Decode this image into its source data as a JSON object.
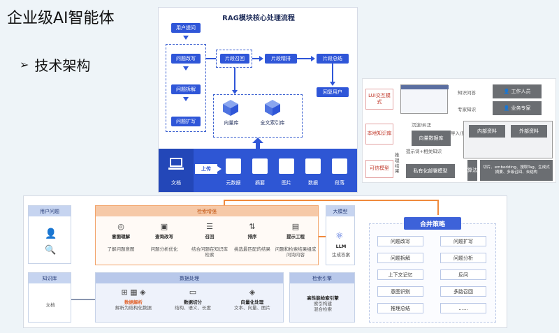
{
  "slide": {
    "title": "企业级AI智能体",
    "bullet_marker": "➢",
    "bullet": "技术架构"
  },
  "rag": {
    "title": "RAG模块核心处理流程",
    "user_question": "用户提问",
    "rewrite": "问题改写",
    "split": "问题拆解",
    "expand": "问题扩写",
    "recall": "片段召回",
    "rerank": "片段精排",
    "summary": "片段总结",
    "reply": "回复用户",
    "vector_db": "向量库",
    "fulltext_db": "全文索引库",
    "doc": "文档",
    "upload": "上传",
    "items": [
      "元数据",
      "摘要",
      "图片",
      "数据",
      "段落"
    ]
  },
  "kb": {
    "lui": "LUI交互模式",
    "local": "本地知识库",
    "trusted": "可信模型",
    "qa": "知识问答",
    "expert_knowledge": "专家知识",
    "staff": "工作人员",
    "expert": "业务专家",
    "precipitate": "沉淀/纠正",
    "vector_data": "向量数据库",
    "prompt": "提示词+相关知识",
    "import": "导入/更新",
    "inner": "内部资料",
    "outer": "外部资料",
    "reasoning": "推理结果",
    "private_model": "私有化部署模型",
    "algo": "算法",
    "algo_desc": "切片、embedding、搜取Tag、生成式摘要、多级召回、去结构"
  },
  "arch": {
    "user_question": "用户问题",
    "retrieval_enh": "检索增强",
    "big_model": "大模型",
    "intent": "意图理解",
    "intent_d": "了解问题意图",
    "rewrite": "查询改写",
    "rewrite_d": "问题分析优化",
    "recall": "召回",
    "recall_d": "结合问题在知识库检索",
    "sort": "排序",
    "sort_d": "挑选最匹配的结果",
    "prompt_eng": "提示工程",
    "prompt_eng_d": "问题和检索结果组成问询内容",
    "llm": "LLM",
    "llm_d": "生成答案",
    "kb": "知识库",
    "doc": "文档",
    "data_proc": "数据处理",
    "parse": "数据解析",
    "parse_d": "解析为结构化数据",
    "chunk": "数据切分",
    "chunk_d": "结构、语义、长度",
    "vector": "向量化处理",
    "vector_d": "文本、向量、图片",
    "search_engine": "检索引擎",
    "engine_t": "高性能检索引擎",
    "engine_d1": "索引构建",
    "engine_d2": "混合检索"
  },
  "merge": {
    "title": "合并策略",
    "items": [
      "问题改写",
      "问题扩写",
      "问题拆解",
      "问题分析",
      "上下文记忆",
      "反问",
      "意图识别",
      "多路召回",
      "推理总结",
      "......"
    ]
  }
}
